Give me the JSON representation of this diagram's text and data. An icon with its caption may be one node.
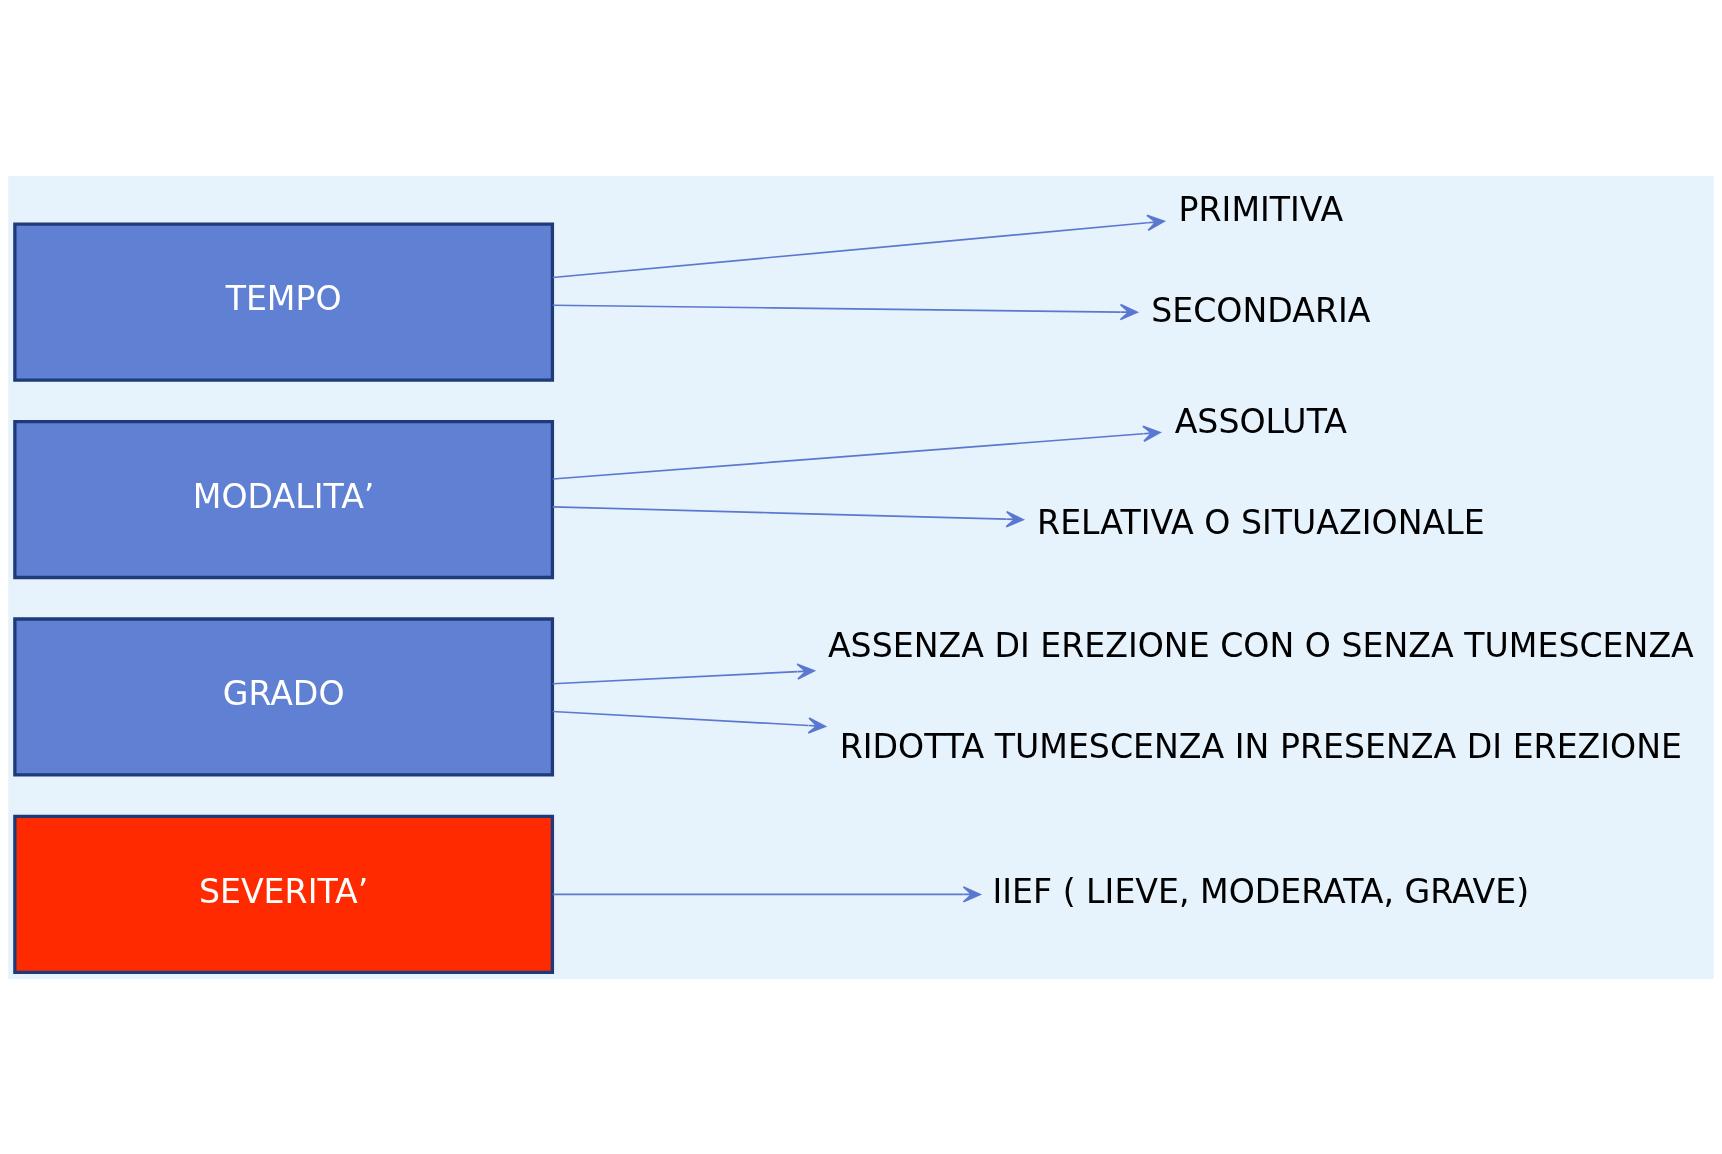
{
  "diagram": {
    "nodes": [
      {
        "text": [
          "TEMPO"
        ]
      },
      {
        "text": [
          "PRIMITIVA"
        ]
      },
      {
        "text": [
          "SECONDARIA"
        ]
      },
      {
        "text": [
          "MODALITA’"
        ]
      },
      {
        "text": [
          "ASSOLUTA"
        ]
      },
      {
        "text": [
          "RELATIVA O SITUAZIONALE"
        ]
      },
      {
        "text": [
          "GRADO"
        ]
      },
      {
        "text": [
          "ASSENZA DI EREZIONE CON O SENZA TUMESCENZA"
        ]
      },
      {
        "text": [
          "RIDOTTA TUMESCENZA IN PRESENZA DI EREZIONE"
        ]
      },
      {
        "text": [
          "SEVERITA’"
        ]
      },
      {
        "text": [
          "IIEF ( LIEVE, MODERATA, GRAVE)"
        ]
      }
    ],
    "edges": [
      {
        "from": 0,
        "to": 1,
        "arrow": "to"
      },
      {
        "from": 0,
        "to": 2,
        "arrow": "to"
      },
      {
        "from": 3,
        "to": 4,
        "arrow": "to"
      },
      {
        "from": 3,
        "to": 5,
        "arrow": "to"
      },
      {
        "from": 6,
        "to": 7,
        "arrow": "to"
      },
      {
        "from": 6,
        "to": 8,
        "arrow": "to"
      },
      {
        "from": 9,
        "to": 10,
        "arrow": "to"
      }
    ]
  }
}
